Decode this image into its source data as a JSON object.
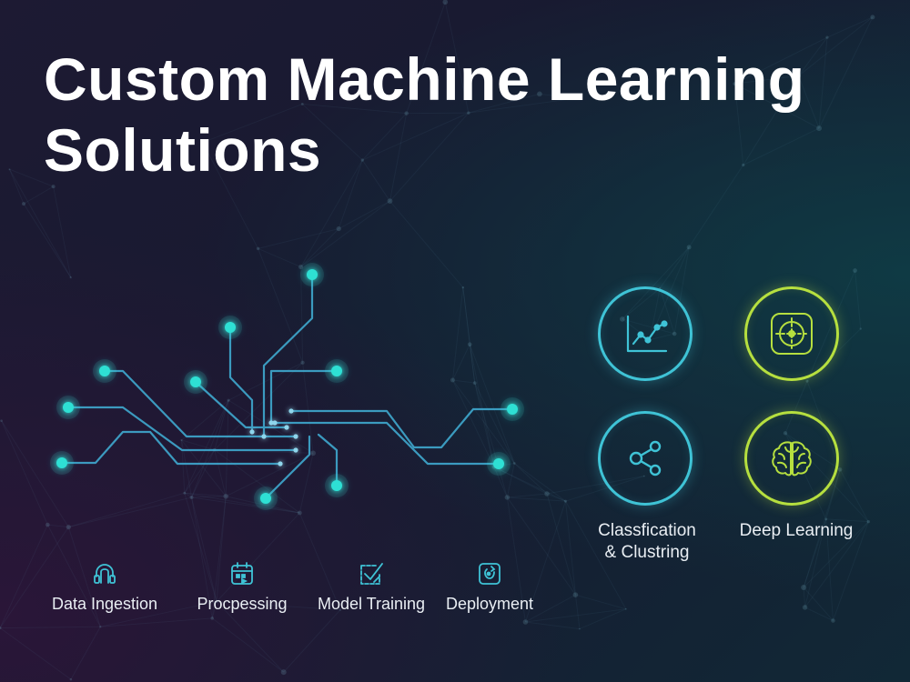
{
  "title": {
    "line1": "Custom Machine Learning",
    "line2": "Solutions"
  },
  "colors": {
    "accent_cyan": "#3fc3d6",
    "accent_lime": "#b6df3f",
    "text": "#e9eef3",
    "node_glow": "#2fe0d4"
  },
  "features": [
    {
      "icon": "line-chart-icon",
      "label": ""
    },
    {
      "icon": "target-grid-icon",
      "label": ""
    },
    {
      "icon": "share-nodes-icon",
      "label_line1": "Classfication",
      "label_line2": "& Clustring"
    },
    {
      "icon": "brain-icon",
      "label": "Deep Learning"
    }
  ],
  "pipeline": [
    {
      "icon": "headset-icon",
      "label": "Data Ingestion"
    },
    {
      "icon": "calendar-icon",
      "label": "Procpessing"
    },
    {
      "icon": "checkmark-box-icon",
      "label": "Model Training"
    },
    {
      "icon": "deploy-icon",
      "label": "Deployment"
    }
  ]
}
